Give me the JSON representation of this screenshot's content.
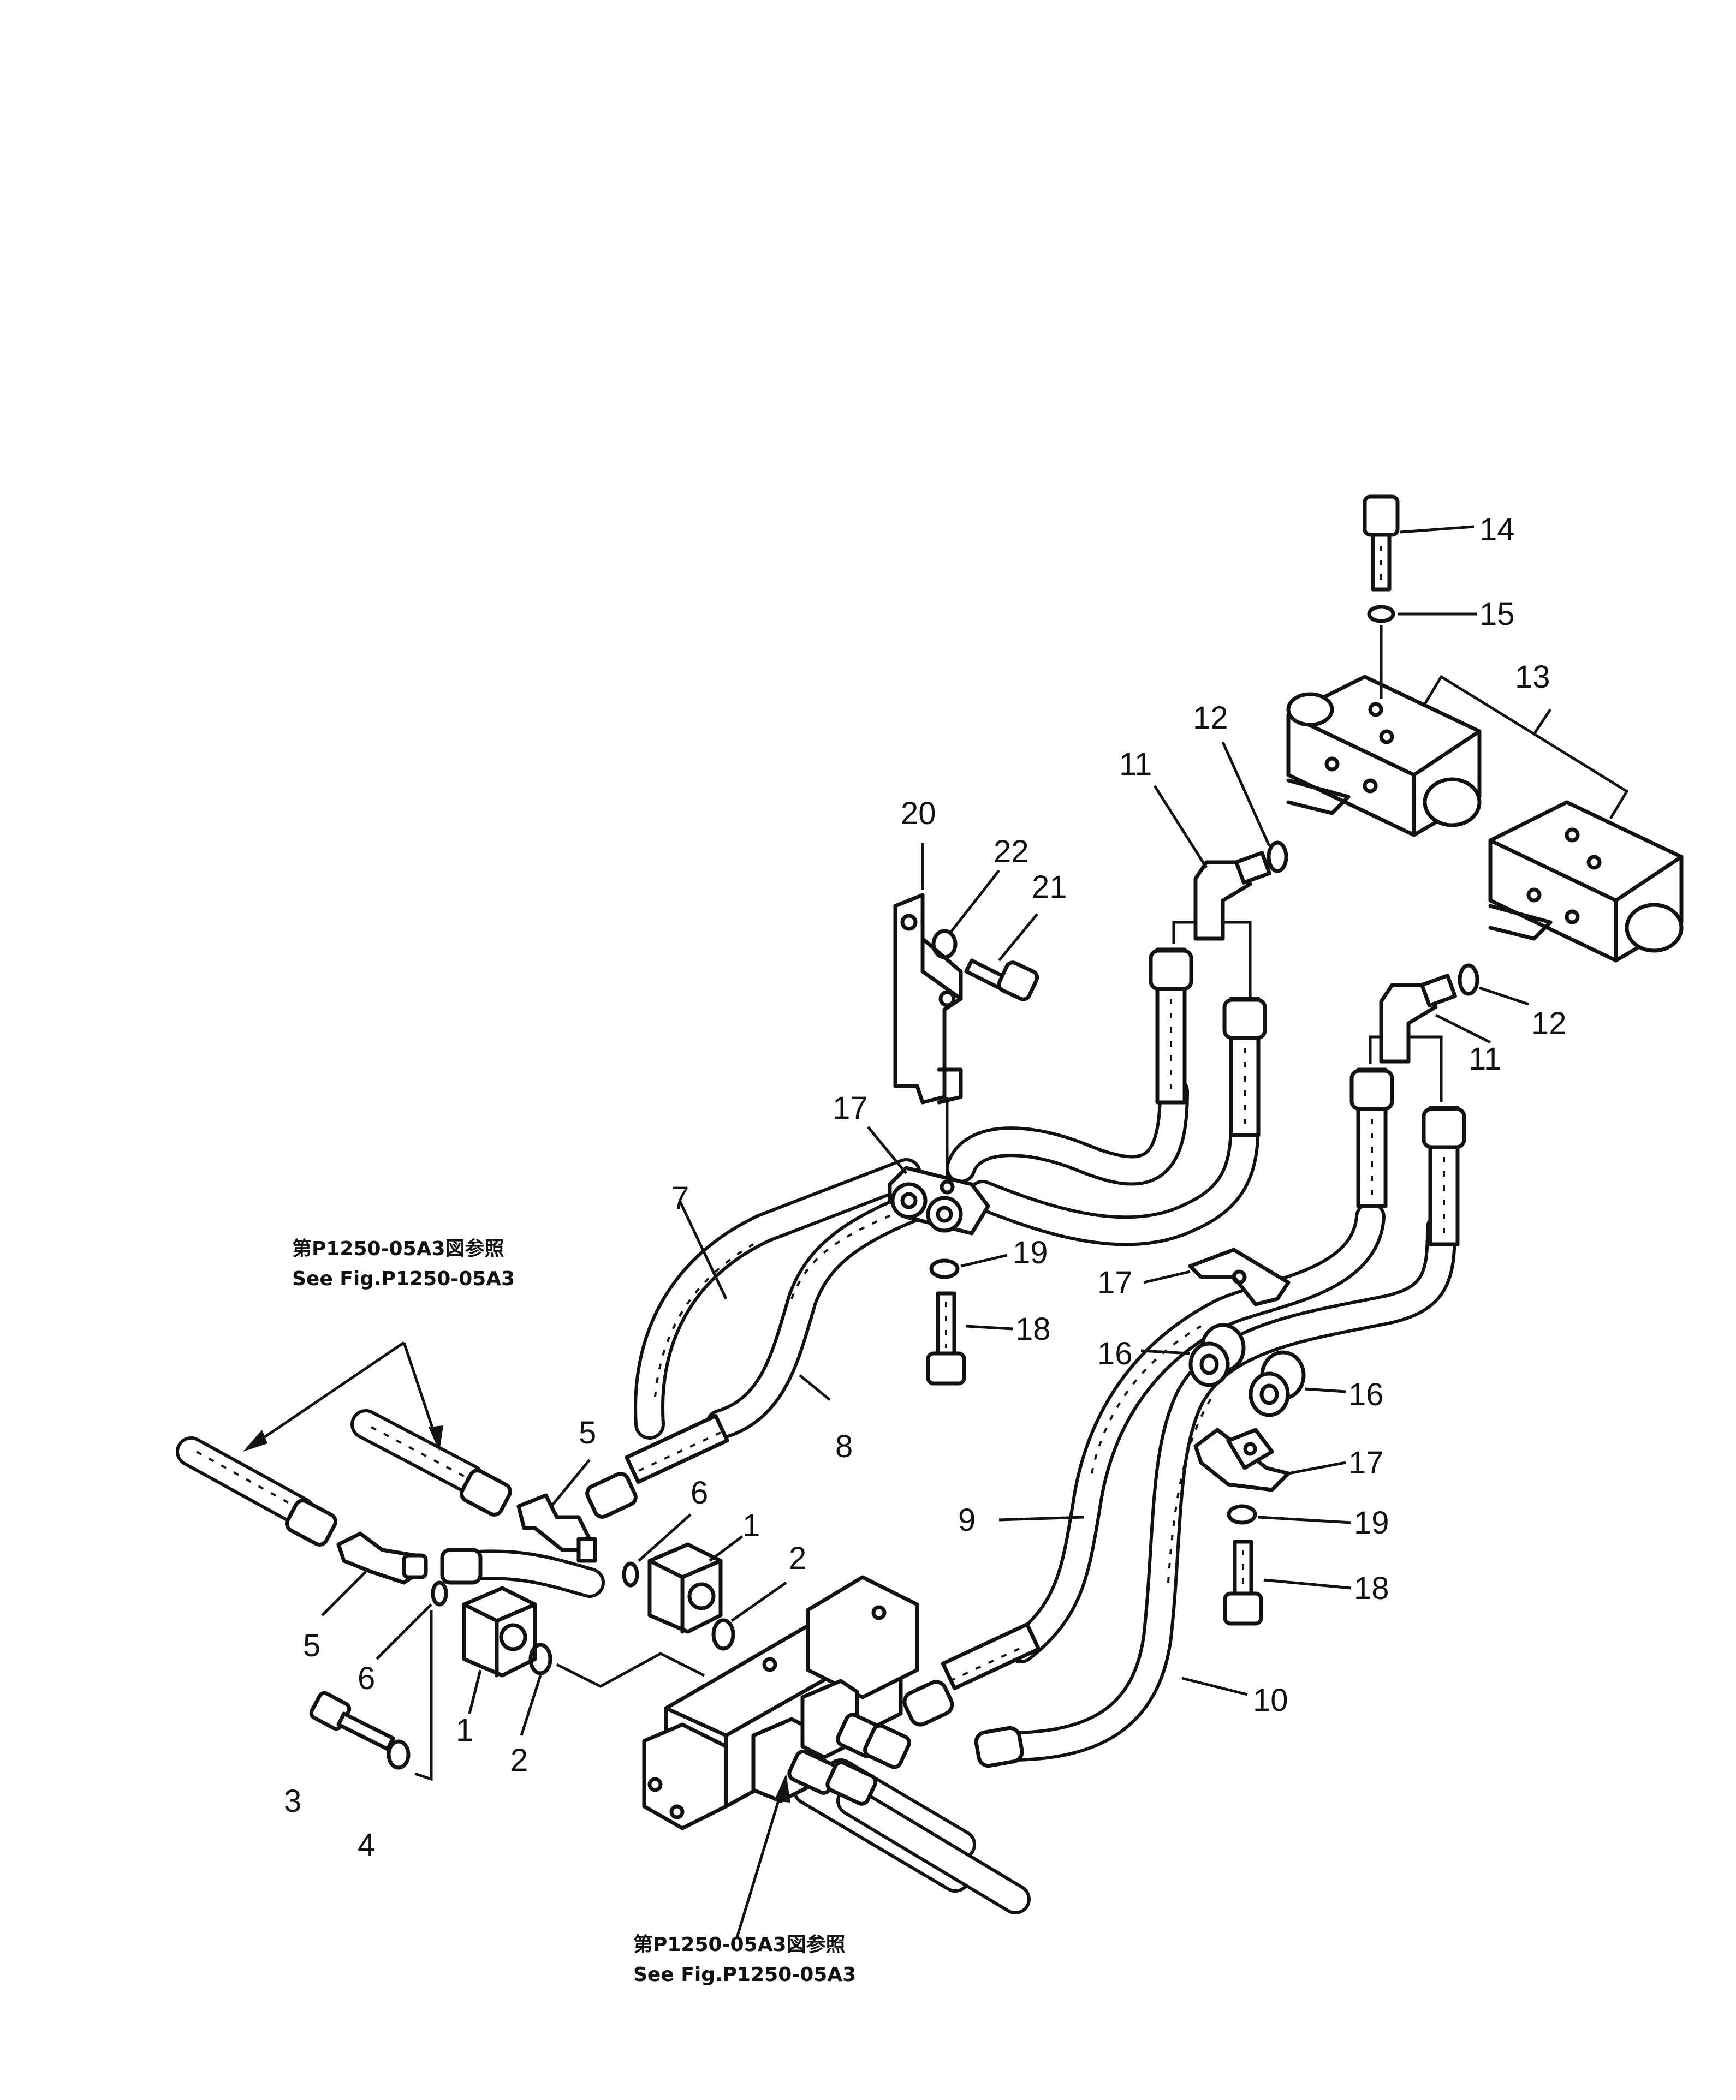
{
  "diagram": {
    "callouts": {
      "c1a": "1",
      "c1b": "1",
      "c2a": "2",
      "c2b": "2",
      "c3": "3",
      "c4": "4",
      "c5a": "5",
      "c5b": "5",
      "c6a": "6",
      "c6b": "6",
      "c7": "7",
      "c8": "8",
      "c9": "9",
      "c10": "10",
      "c11a": "11",
      "c11b": "11",
      "c12a": "12",
      "c12b": "12",
      "c13": "13",
      "c14": "14",
      "c15": "15",
      "c16a": "16",
      "c16b": "16",
      "c17a": "17",
      "c17b": "17",
      "c17c": "17",
      "c18a": "18",
      "c18b": "18",
      "c19a": "19",
      "c19b": "19",
      "c20": "20",
      "c21": "21",
      "c22": "22"
    },
    "references": {
      "left_jp": "第P1250-05A3図参照",
      "left_en": "See Fig.P1250-05A3",
      "bottom_jp": "第P1250-05A3図参照",
      "bottom_en": "See Fig.P1250-05A3"
    }
  }
}
